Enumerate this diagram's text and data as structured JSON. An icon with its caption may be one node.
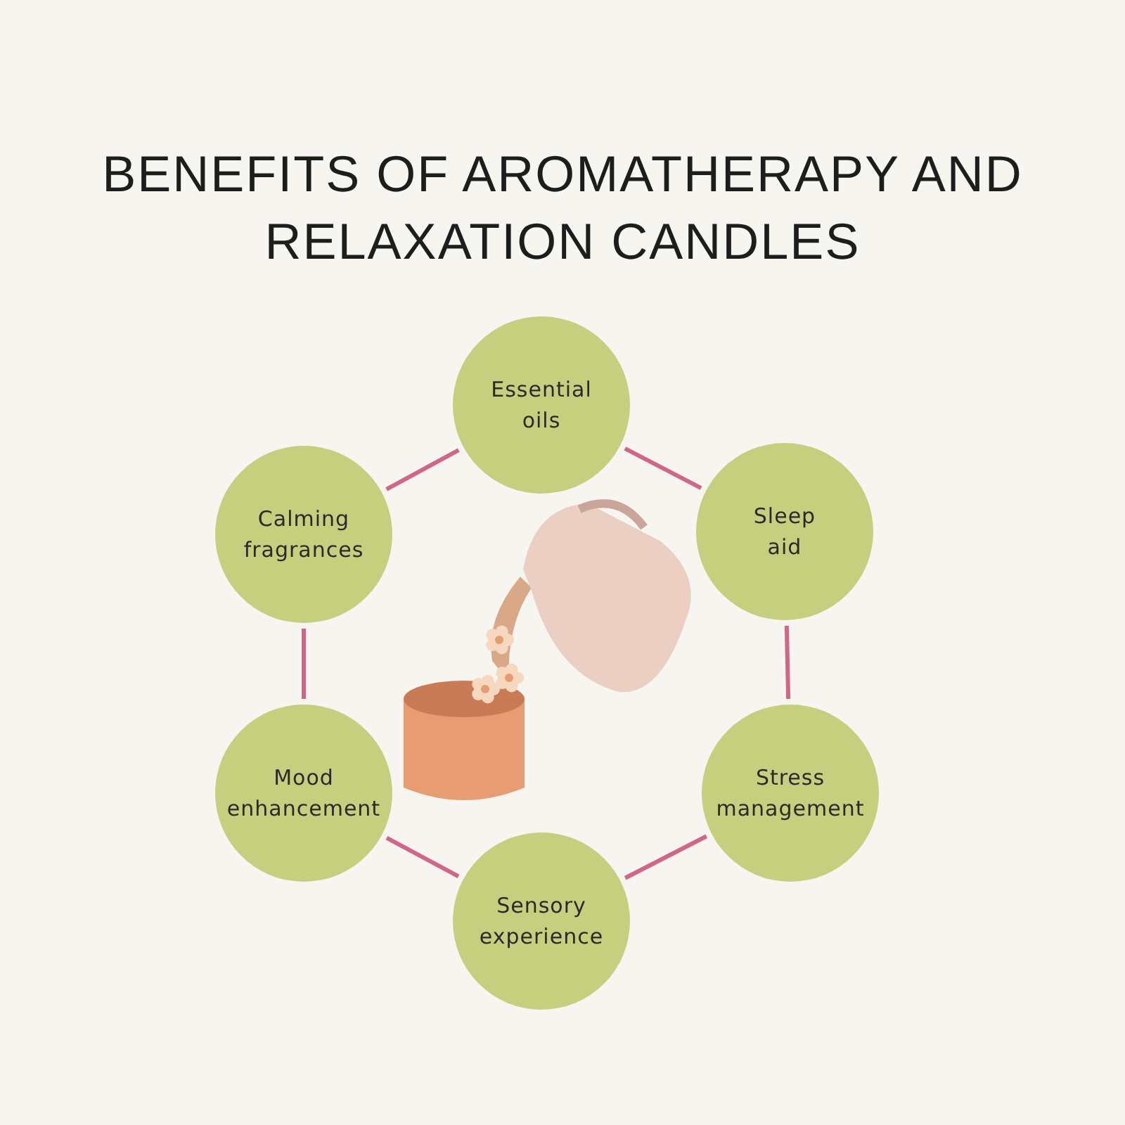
{
  "diagram": {
    "title": "BENEFITS OF AROMATHERAPY AND RELAXATION CANDLES",
    "nodes": [
      {
        "text": [
          "Essential oils"
        ]
      },
      {
        "text": [
          "Sleep aid"
        ]
      },
      {
        "text": [
          "Stress management"
        ]
      },
      {
        "text": [
          "Sensory experience"
        ]
      },
      {
        "text": [
          "Mood enhancement"
        ]
      },
      {
        "text": [
          "Calming fragrances"
        ]
      }
    ],
    "edges": [
      {
        "from": 0,
        "to": 1,
        "arrow": "none"
      },
      {
        "from": 1,
        "to": 2,
        "arrow": "none"
      },
      {
        "from": 2,
        "to": 3,
        "arrow": "none"
      },
      {
        "from": 3,
        "to": 4,
        "arrow": "none"
      },
      {
        "from": 4,
        "to": 5,
        "arrow": "none"
      },
      {
        "from": 5,
        "to": 0,
        "arrow": "none"
      }
    ]
  }
}
